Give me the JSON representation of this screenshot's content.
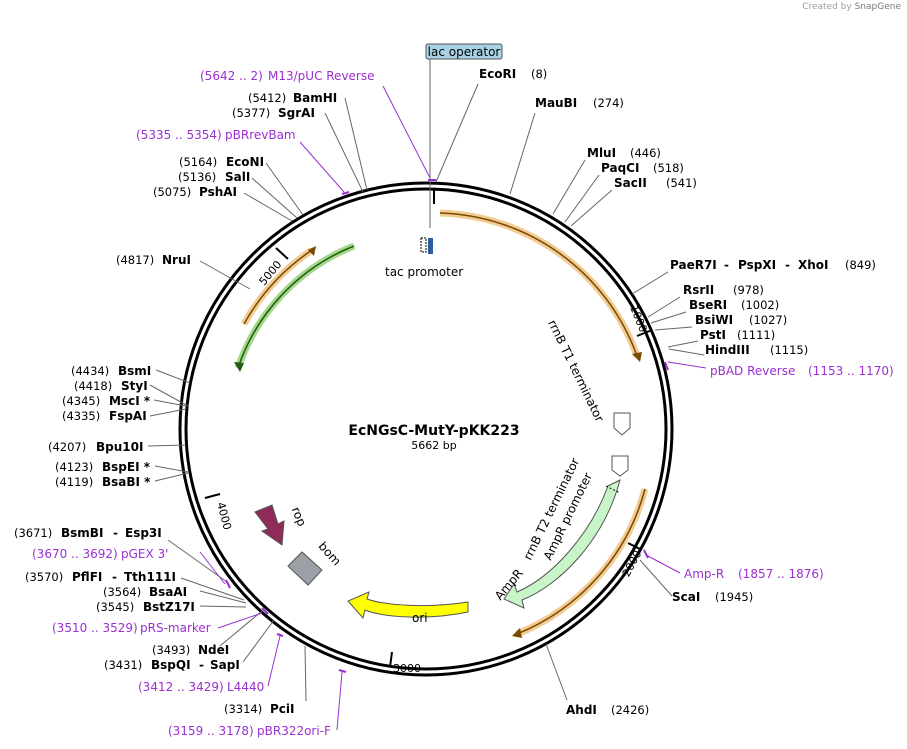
{
  "credit": {
    "prefix": "Created by",
    "brand": "SnapGene"
  },
  "plasmid": {
    "name": "EcNGsC-MutY-pKK223",
    "length": "5662 bp"
  },
  "ticks": [
    "1000",
    "2000",
    "3000",
    "4000",
    "5000"
  ],
  "operator_label": "lac operator",
  "colors": {
    "arc_orange": "#e8a33d",
    "arc_green": "#5bb82e",
    "ampr_fill": "#c8f5c8",
    "ori_fill": "#ffff00",
    "rop_fill": "#8e2b58",
    "bom_fill": "#9aa0a6",
    "primer": "#9b30d0"
  },
  "sites": [
    {
      "name": "EcoRI",
      "pos": "(8)"
    },
    {
      "name": "MauBI",
      "pos": "(274)"
    },
    {
      "name": "MluI",
      "pos": "(446)"
    },
    {
      "name": "PaqCI",
      "pos": "(518)"
    },
    {
      "name": "SacII",
      "pos": "(541)"
    },
    {
      "name": "PaeR7I",
      "pos": ""
    },
    {
      "name": "PspXI",
      "pos": ""
    },
    {
      "name": "XhoI",
      "pos": "(849)"
    },
    {
      "name": "RsrII",
      "pos": "(978)"
    },
    {
      "name": "BseRI",
      "pos": "(1002)"
    },
    {
      "name": "BsiWI",
      "pos": "(1027)"
    },
    {
      "name": "PstI",
      "pos": "(1111)"
    },
    {
      "name": "HindIII",
      "pos": "(1115)"
    },
    {
      "name": "ScaI",
      "pos": "(1945)"
    },
    {
      "name": "AhdI",
      "pos": "(2426)"
    },
    {
      "name": "PciI",
      "pos": "(3314)"
    },
    {
      "name": "BspQI",
      "pos": "(3431)"
    },
    {
      "name": "SapI",
      "pos": ""
    },
    {
      "name": "NdeI",
      "pos": "(3493)"
    },
    {
      "name": "BstZ17I",
      "pos": "(3545)"
    },
    {
      "name": "BsaAI",
      "pos": "(3564)"
    },
    {
      "name": "PflFI",
      "pos": "(3570)"
    },
    {
      "name": "Tth111I",
      "pos": ""
    },
    {
      "name": "BsmBI",
      "pos": "(3671)"
    },
    {
      "name": "Esp3I",
      "pos": ""
    },
    {
      "name": "BsaBI *",
      "pos": "(4119)"
    },
    {
      "name": "BspEI *",
      "pos": "(4123)"
    },
    {
      "name": "Bpu10I",
      "pos": "(4207)"
    },
    {
      "name": "FspAI",
      "pos": "(4335)"
    },
    {
      "name": "MscI *",
      "pos": "(4345)"
    },
    {
      "name": "StyI",
      "pos": "(4418)"
    },
    {
      "name": "BsmI",
      "pos": "(4434)"
    },
    {
      "name": "NruI",
      "pos": "(4817)"
    },
    {
      "name": "PshAI",
      "pos": "(5075)"
    },
    {
      "name": "SalI",
      "pos": "(5136)"
    },
    {
      "name": "EcoNI",
      "pos": "(5164)"
    },
    {
      "name": "SgrAI",
      "pos": "(5377)"
    },
    {
      "name": "BamHI",
      "pos": "(5412)"
    }
  ],
  "primers": [
    {
      "name": "M13/pUC Reverse",
      "range": "(5642 .. 2)"
    },
    {
      "name": "pBRrevBam",
      "range": "(5335 .. 5354)"
    },
    {
      "name": "pBAD Reverse",
      "range": "(1153 .. 1170)"
    },
    {
      "name": "Amp-R",
      "range": "(1857 .. 1876)"
    },
    {
      "name": "pGEX 3'",
      "range": "(3670 .. 3692)"
    },
    {
      "name": "pRS-marker",
      "range": "(3510 .. 3529)"
    },
    {
      "name": "L4440",
      "range": "(3412 .. 3429)"
    },
    {
      "name": "pBR322ori-F",
      "range": "(3159 .. 3178)"
    }
  ],
  "features": {
    "tac_promoter": "tac promoter",
    "rrnB_T1": "rrnB T1 terminator",
    "rrnB_T2": "rrnB T2 terminator",
    "AmpR_promoter": "AmpR promoter",
    "AmpR": "AmpR",
    "ori": "ori",
    "rop": "rop",
    "bom": "bom"
  }
}
